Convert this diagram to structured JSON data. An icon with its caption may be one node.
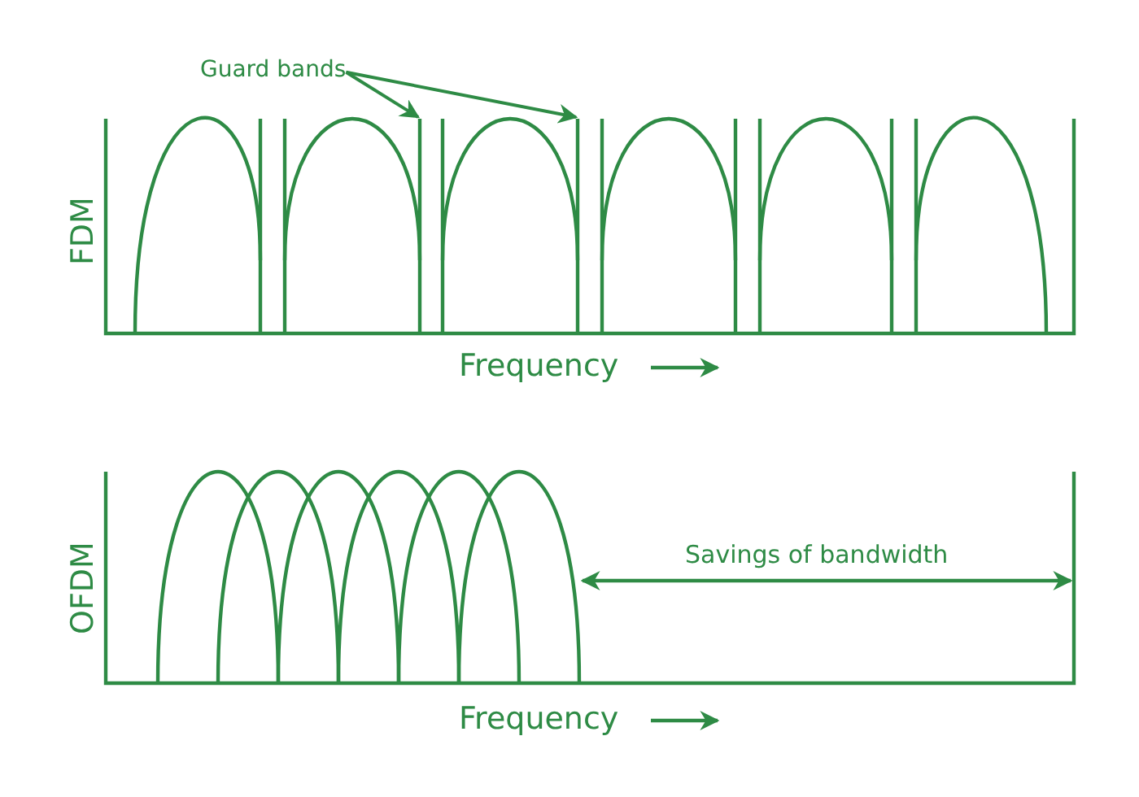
{
  "diagram": {
    "nodes": [
      {
        "text": [
          "Guard bands"
        ]
      },
      {
        "text": [],
        "shape": "bar"
      },
      {
        "text": [],
        "shape": "bar"
      }
    ],
    "edges": [
      {
        "from": 0,
        "to": 1,
        "arrow": "to"
      },
      {
        "from": 0,
        "to": 2,
        "arrow": "to"
      }
    ],
    "labels": [
      "FDM",
      "Frequency",
      "OFDM",
      "Frequency",
      "Savings of bandwidth"
    ]
  }
}
